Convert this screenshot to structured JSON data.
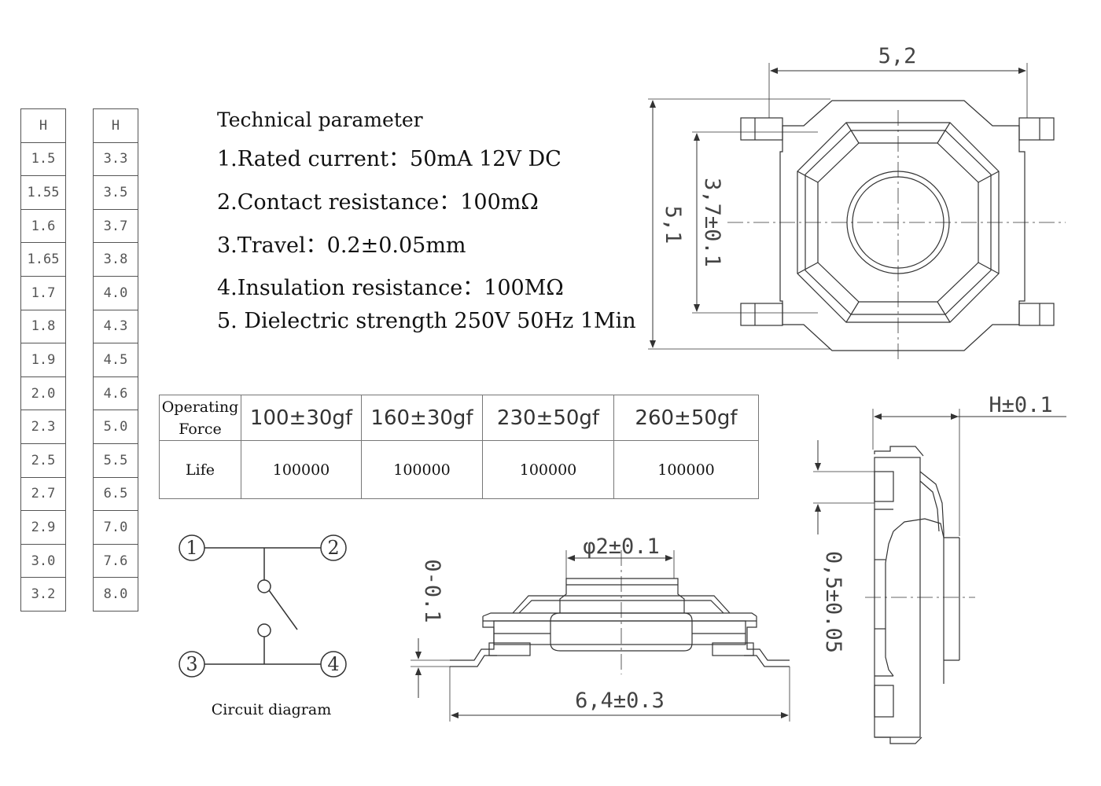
{
  "height_table_1": {
    "header": "H",
    "values": [
      "1.5",
      "1.55",
      "1.6",
      "1.65",
      "1.7",
      "1.8",
      "1.9",
      "2.0",
      "2.3",
      "2.5",
      "2.7",
      "2.9",
      "3.0",
      "3.2"
    ]
  },
  "height_table_2": {
    "header": "H",
    "values": [
      "3.3",
      "3.5",
      "3.7",
      "3.8",
      "4.0",
      "4.3",
      "4.5",
      "4.6",
      "5.0",
      "5.5",
      "6.5",
      "7.0",
      "7.6",
      "8.0"
    ]
  },
  "technical": {
    "title": "Technical parameter",
    "items": [
      "1.Rated current：50mA 12V DC",
      "2.Contact resistance：100mΩ",
      "3.Travel：0.2±0.05mm",
      "4.Insulation resistance：100MΩ",
      "5. Dielectric strength 250V 50Hz 1Min"
    ]
  },
  "force_table": {
    "header_label": [
      "Operating",
      "Force"
    ],
    "forces": [
      "100±30gf",
      "160±30gf",
      "230±50gf",
      "260±50gf"
    ],
    "life_label": "Life",
    "life": [
      "100000",
      "100000",
      "100000",
      "100000"
    ]
  },
  "circuit": {
    "caption": "Circuit diagram",
    "terminals": [
      "1",
      "2",
      "3",
      "4"
    ]
  },
  "dimensions": {
    "top_width": "5,2",
    "top_height": "5,1",
    "inner_height": "3,7±0.1",
    "button_diameter": "φ2±0.1",
    "lead_offset": "0-0.1",
    "overall_length": "6,4±0.3",
    "height_tolerance": "H±0.1",
    "lead_thickness": "0,5±0.05"
  }
}
